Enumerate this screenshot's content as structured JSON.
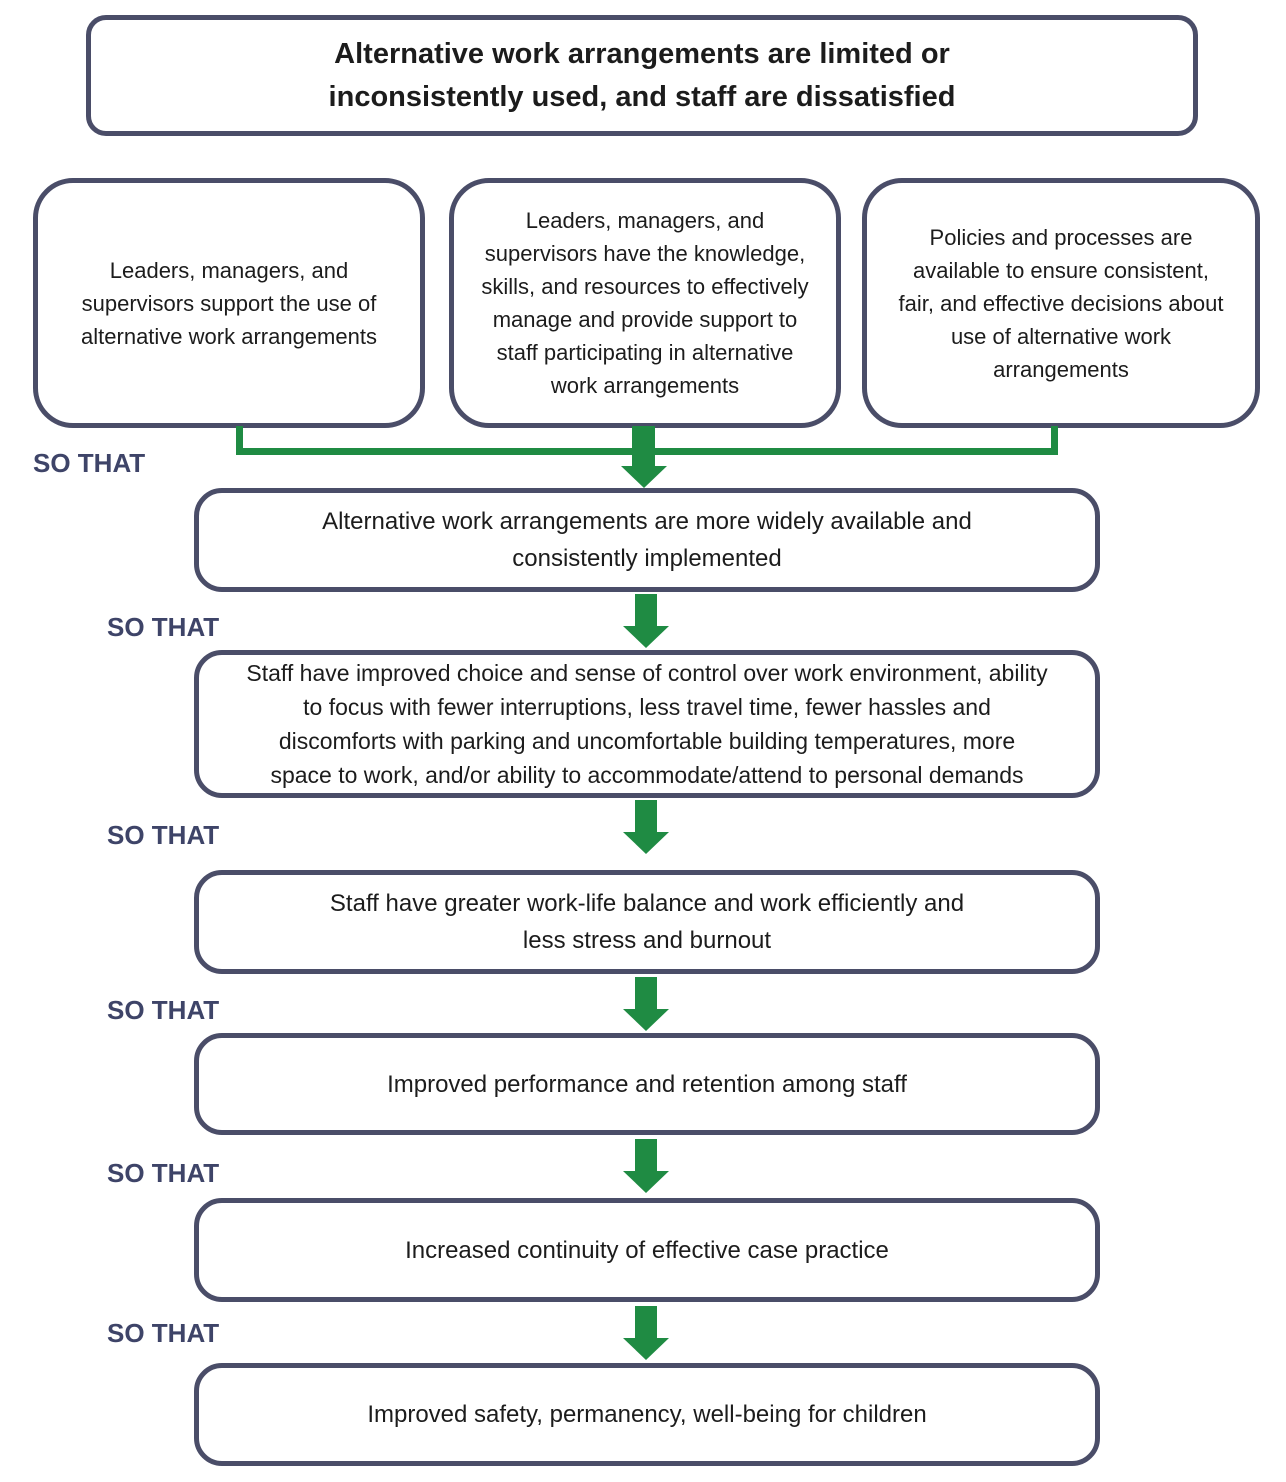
{
  "colors": {
    "border": "#4a4d68",
    "label": "#3e4468",
    "green": "#1f8b43",
    "text": "#1c1c1c",
    "background": "#ffffff"
  },
  "labels": {
    "so_that": "SO THAT"
  },
  "problem_statement": "Alternative work arrangements are limited or\ninconsistently used, and staff are dissatisfied",
  "contributing_factors": [
    {
      "text": "Leaders, managers, and\nsupervisors support the use of\nalternative work arrangements"
    },
    {
      "text": "Leaders, managers, and\nsupervisors have the knowledge,\nskills, and resources to effectively\nmanage and provide support to\nstaff participating in alternative\nwork arrangements"
    },
    {
      "text": "Policies and processes are\navailable to ensure consistent,\nfair, and effective decisions about\nuse of alternative work\narrangements"
    }
  ],
  "outcome_chain": [
    {
      "text": "Alternative work arrangements are more widely available and\nconsistently implemented"
    },
    {
      "text": "Staff have improved choice and sense of control over work environment, ability\nto focus with fewer interruptions, less travel time, fewer hassles and\ndiscomforts with parking and uncomfortable building temperatures, more\nspace to work, and/or ability to accommodate/attend to personal demands"
    },
    {
      "text": "Staff have greater work-life balance and work efficiently and\nless stress and burnout"
    },
    {
      "text": "Improved performance and retention among staff"
    },
    {
      "text": "Increased continuity of effective case practice"
    },
    {
      "text": "Improved safety, permanency, well-being for children"
    }
  ]
}
